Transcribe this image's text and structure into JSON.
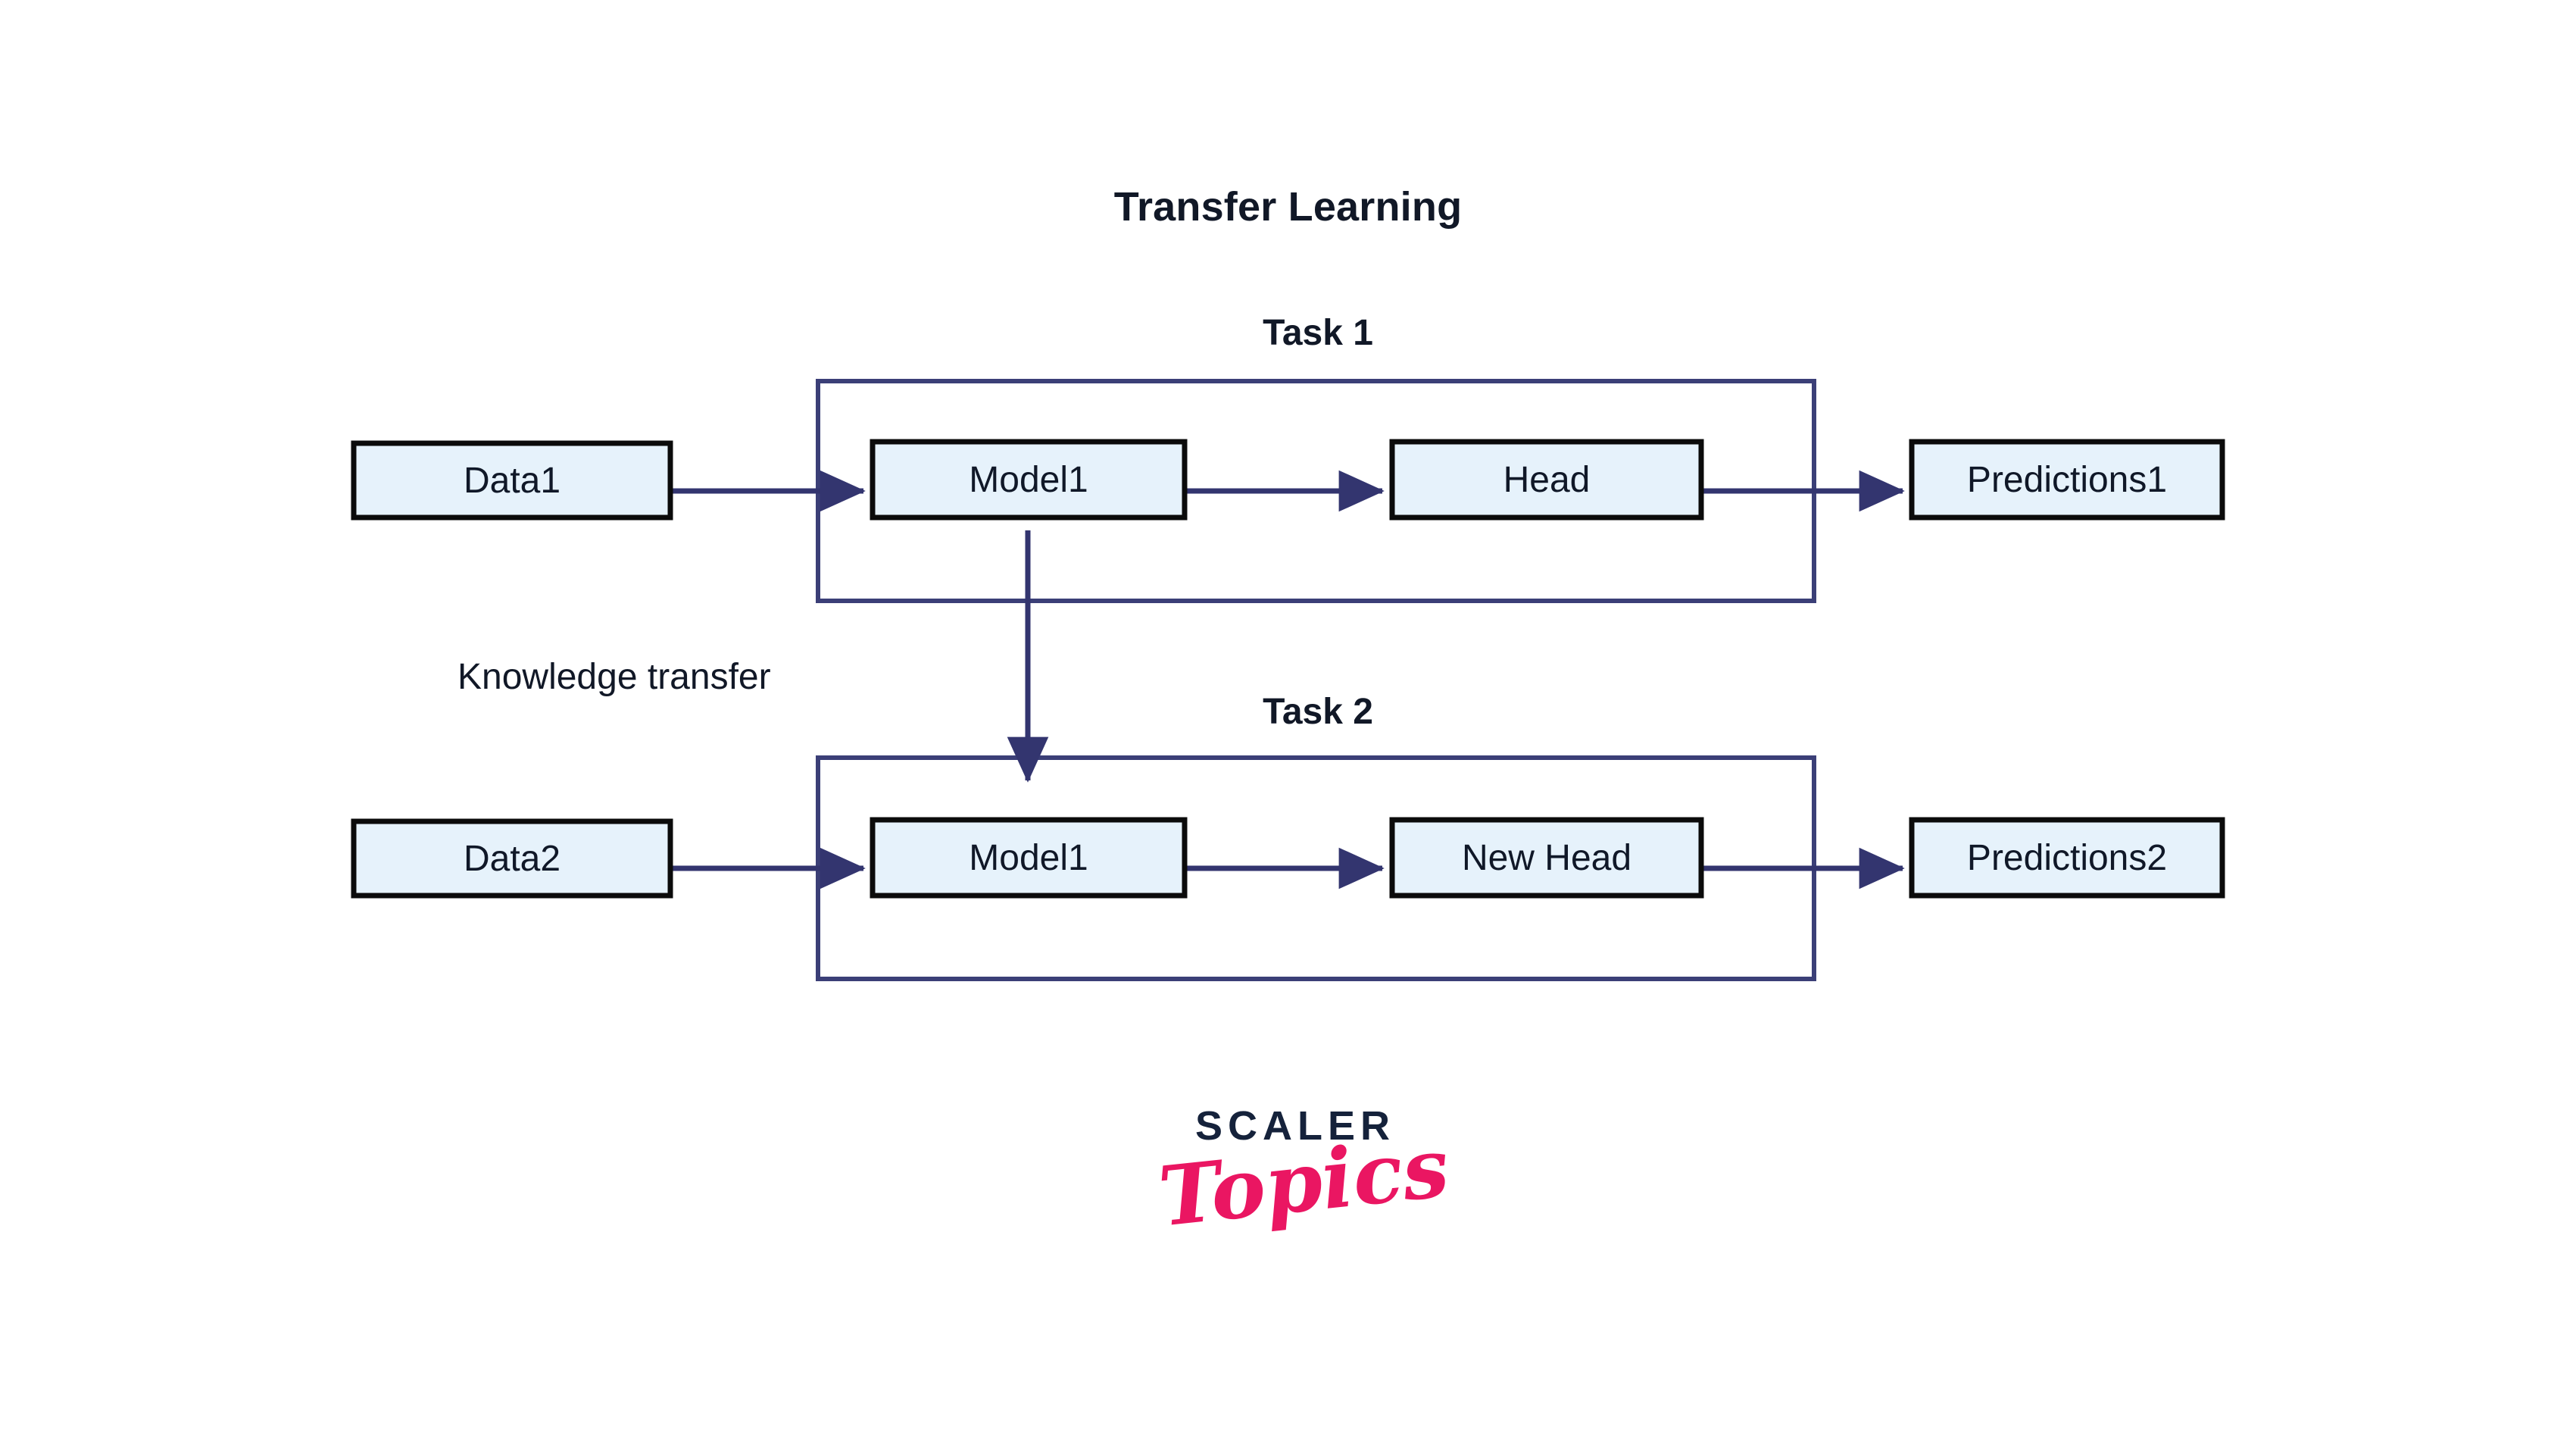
{
  "title": "Transfer Learning",
  "colors": {
    "box_fill": "#e6f2fb",
    "box_stroke": "#0b0b0b",
    "connector": "#33356f",
    "container_stroke": "#3b3f77",
    "text": "#101828",
    "logo_dark": "#15223B",
    "logo_pink": "#EA1662",
    "background": "#ffffff"
  },
  "annotations": {
    "knowledge_transfer": "Knowledge transfer"
  },
  "groups": [
    {
      "id": "task1",
      "label": "Task 1"
    },
    {
      "id": "task2",
      "label": "Task 2"
    }
  ],
  "rows": [
    {
      "id": "row-task1",
      "group_label": "Task 1",
      "nodes": [
        {
          "id": "data1",
          "label": "Data1",
          "inside_group": false
        },
        {
          "id": "model1-task1",
          "label": "Model1",
          "inside_group": true
        },
        {
          "id": "head",
          "label": "Head",
          "inside_group": true
        },
        {
          "id": "predictions1",
          "label": "Predictions1",
          "inside_group": false
        }
      ]
    },
    {
      "id": "row-task2",
      "group_label": "Task 2",
      "nodes": [
        {
          "id": "data2",
          "label": "Data2",
          "inside_group": false
        },
        {
          "id": "model1-task2",
          "label": "Model1",
          "inside_group": true
        },
        {
          "id": "new-head",
          "label": "New Head",
          "inside_group": true
        },
        {
          "id": "predictions2",
          "label": "Predictions2",
          "inside_group": false
        }
      ]
    }
  ],
  "edges": [
    {
      "id": "e1",
      "from": "data1",
      "to": "model1-task1",
      "label": ""
    },
    {
      "id": "e2",
      "from": "model1-task1",
      "to": "head",
      "label": ""
    },
    {
      "id": "e3",
      "from": "head",
      "to": "predictions1",
      "label": ""
    },
    {
      "id": "e4",
      "from": "data2",
      "to": "model1-task2",
      "label": ""
    },
    {
      "id": "e5",
      "from": "model1-task2",
      "to": "new-head",
      "label": ""
    },
    {
      "id": "e6",
      "from": "new-head",
      "to": "predictions2",
      "label": ""
    },
    {
      "id": "e7",
      "from": "model1-task1",
      "to": "model1-task2",
      "label": "Knowledge transfer"
    }
  ],
  "logo": {
    "wordmark": "SCALER",
    "script": "Topics"
  }
}
